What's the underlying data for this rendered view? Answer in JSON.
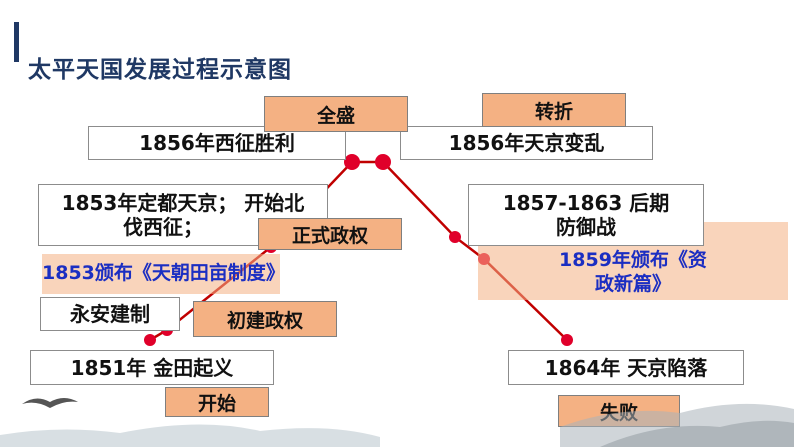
{
  "title": "太平天国发展过程示意图",
  "stages": {
    "peak": "全盛",
    "turning": "转折",
    "formal": "正式政权",
    "initial": "初建政权",
    "start": "开始",
    "fail": "失败"
  },
  "events": {
    "west_victory": "1856年西征胜利",
    "tianjing_incident": "1856年天京变乱",
    "capital_line1": "1853年定都天京； 开始北",
    "capital_line2": "伐西征；",
    "late_defense_line1": "1857-1863  后期",
    "late_defense_line2": "防御战",
    "yongan": "永安建制",
    "jintian": "1851年 金田起义",
    "fall": "1864年 天京陷落"
  },
  "policies": {
    "land_system": "1853颁布《天朝田亩制度》",
    "new_policy_line1": "1859年颁布《资",
    "new_policy_line2": "政新篇》"
  },
  "colors": {
    "line": "#c00000",
    "stage_fill": "#f4b183",
    "policy_text": "#1b2ec2",
    "title": "#1f3864"
  }
}
